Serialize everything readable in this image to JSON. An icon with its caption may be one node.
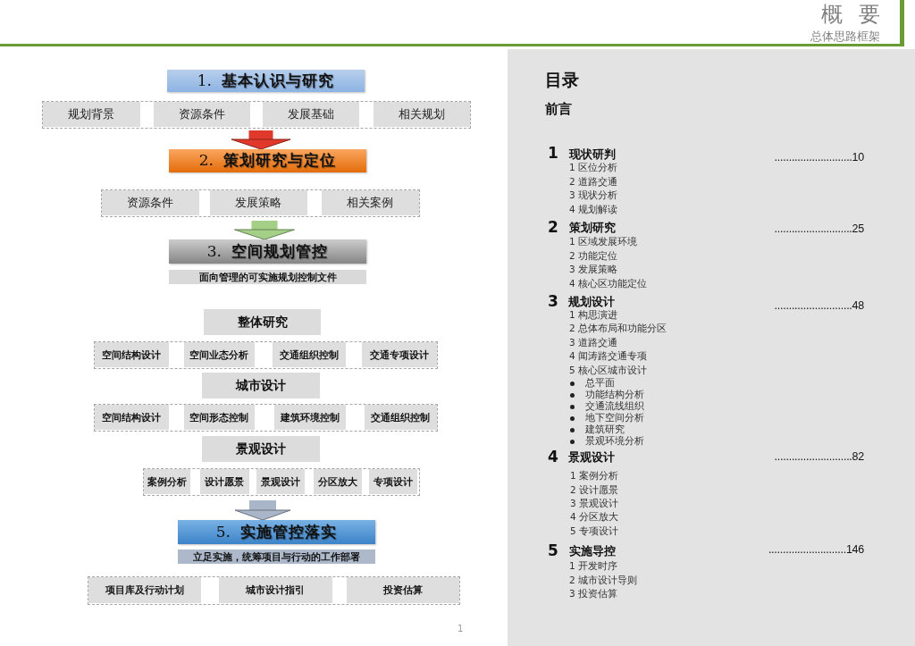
{
  "diagram": {
    "title": "概 要",
    "nodes": [
      {
        "text": [
          "1. **基本认识与研究**"
        ]
      },
      {
        "text": [],
        "shape": "box"
      },
      {
        "text": [
          "规划背景"
        ],
        "in": 1
      },
      {
        "text": [
          "资源条件"
        ],
        "in": 1
      },
      {
        "text": [
          "发展基础"
        ],
        "in": 1
      },
      {
        "text": [
          "相关规划"
        ],
        "in": 1
      },
      {
        "text": [
          "2. **策划研究与定位**"
        ]
      },
      {
        "text": [],
        "shape": "box"
      },
      {
        "text": [
          "资源条件"
        ],
        "in": 7
      },
      {
        "text": [
          "发展策略"
        ],
        "in": 7
      },
      {
        "text": [
          "相关案例"
        ],
        "in": 7
      },
      {
        "text": [
          "3. **空间规划管控**"
        ]
      },
      {
        "text": [
          "面向管理的可实施规划控制文件"
        ]
      },
      {
        "text": [
          "整体研究"
        ]
      },
      {
        "text": [],
        "shape": "box"
      },
      {
        "text": [
          "空间结构设计"
        ],
        "in": 14
      },
      {
        "text": [
          "空间业态分析"
        ],
        "in": 14
      },
      {
        "text": [
          "交通组织控制"
        ],
        "in": 14
      },
      {
        "text": [
          "交通专项设计"
        ],
        "in": 14
      },
      {
        "text": [
          "城市设计"
        ]
      },
      {
        "text": [],
        "shape": "box"
      },
      {
        "text": [
          "空间结构设计"
        ],
        "in": 20
      },
      {
        "text": [
          "空间形态控制"
        ],
        "in": 20
      },
      {
        "text": [
          "建筑环境控制"
        ],
        "in": 20
      },
      {
        "text": [
          "交通组织控制"
        ],
        "in": 20
      },
      {
        "text": [
          "景观设计"
        ]
      },
      {
        "text": [],
        "shape": "box"
      },
      {
        "text": [
          "案例分析"
        ],
        "in": 26
      },
      {
        "text": [
          "设计愿景"
        ],
        "in": 26
      },
      {
        "text": [
          "景观设计"
        ],
        "in": 26
      },
      {
        "text": [
          "分区放大"
        ],
        "in": 26
      },
      {
        "text": [
          "专项设计"
        ],
        "in": 26
      },
      {
        "text": [
          "5. **实施管控落实**"
        ]
      },
      {
        "text": [
          "立足实施，统筹项目与行动的工作部署"
        ]
      },
      {
        "text": [],
        "shape": "box"
      },
      {
        "text": [
          "项目库及行动计划"
        ],
        "in": 34
      },
      {
        "text": [
          "城市设计指引"
        ],
        "in": 34
      },
      {
        "text": [
          "投资估算"
        ],
        "in": 34
      }
    ],
    "edges": [
      {
        "from": 1,
        "to": 6,
        "arrow": "to",
        "color": "#e0392b"
      },
      {
        "from": 7,
        "to": 11,
        "arrow": "to",
        "color": "#a3cf87"
      },
      {
        "from": 26,
        "to": 32,
        "arrow": "to",
        "color": "#a9b6c9"
      }
    ],
    "labels": [
      "总体思路框架",
      "目录",
      "前言",
      "1",
      "现状研判",
      "...........................10",
      "1 区位分析",
      "2 道路交通",
      "3 现状分析",
      "4 规划解读",
      "2",
      "策划研究",
      "...........................25",
      "1 区域发展环境",
      "2 功能定位",
      "3 发展策略",
      "4 核心区功能定位",
      "3",
      "规划设计",
      "...........................48",
      "1 构思演进",
      "2 总体布局和功能分区",
      "3 道路交通",
      "4 闻涛路交通专项",
      "5 核心区城市设计",
      "总平面",
      "功能结构分析",
      "交通流线组织",
      "地下空间分析",
      "建筑研究",
      "景观环境分析",
      "4",
      "景观设计",
      "...........................82",
      "1 案例分析",
      "2 设计愿景",
      "3 景观设计",
      "4 分区放大",
      "5 专项设计",
      "5",
      "实施导控",
      "...........................146",
      "1 开发时序",
      "2 城市设计导则",
      "3 投资估算",
      "1"
    ]
  }
}
